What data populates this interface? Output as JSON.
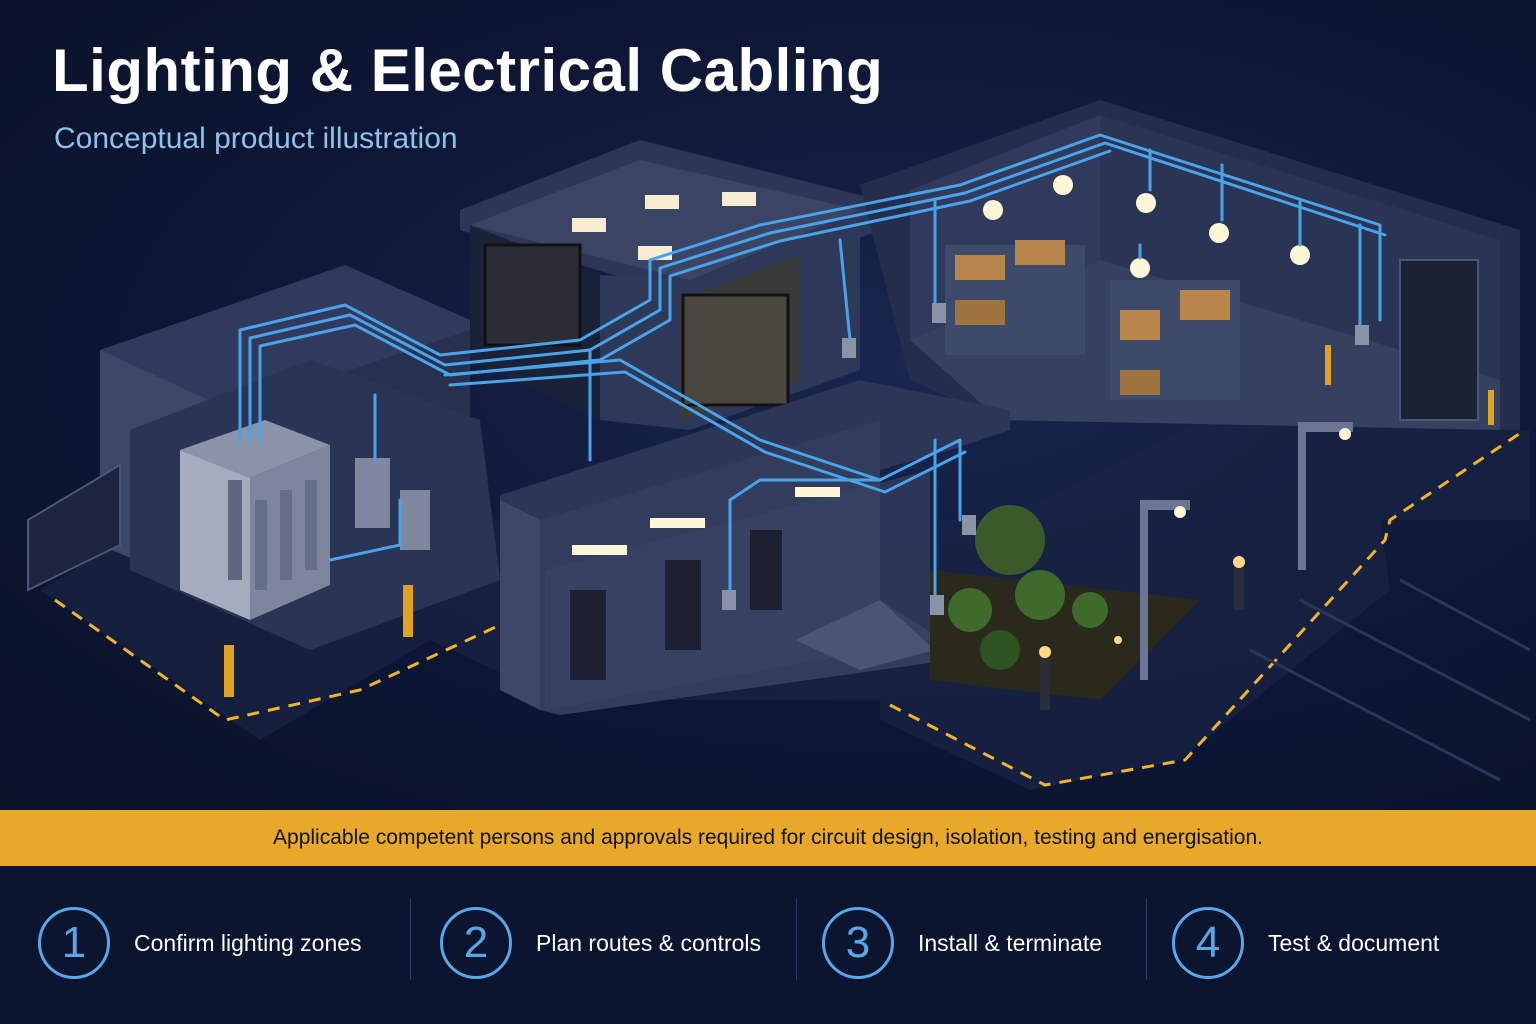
{
  "header": {
    "title": "Lighting & Electrical Cabling",
    "subtitle": "Conceptual product illustration"
  },
  "illustration": {
    "subject": "isometric-building-cutaway",
    "colors": {
      "background": "#0d1735",
      "wall": "#3a4566",
      "floor": "#2c3656",
      "cable": "#4aa3e8",
      "marking": "#f0b429",
      "light": "#fff6d8"
    }
  },
  "notice": {
    "text": "Applicable competent persons and approvals required for circuit design, isolation, testing and energisation.",
    "color": "#e8a92a"
  },
  "steps": [
    {
      "number": "1",
      "label": "Confirm lighting zones"
    },
    {
      "number": "2",
      "label": "Plan routes & controls"
    },
    {
      "number": "3",
      "label": "Install & terminate"
    },
    {
      "number": "4",
      "label": "Test & document"
    }
  ],
  "accent_color": "#5aa6e6"
}
